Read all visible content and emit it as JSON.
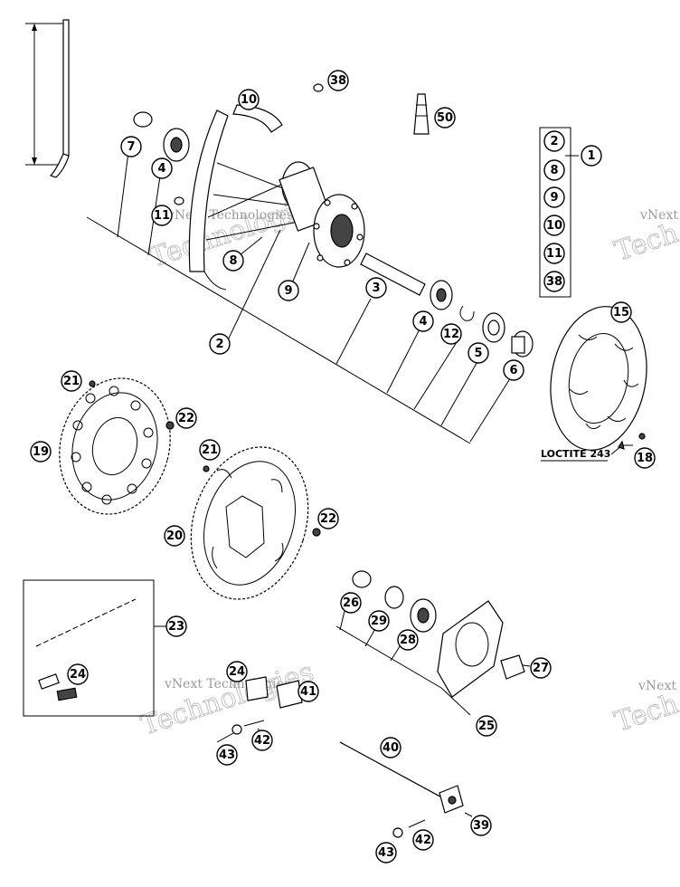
{
  "callouts": [
    {
      "id": "c1",
      "label": "1"
    },
    {
      "id": "c2a",
      "label": "2"
    },
    {
      "id": "c2b",
      "label": "2"
    },
    {
      "id": "c3",
      "label": "3"
    },
    {
      "id": "c4a",
      "label": "4"
    },
    {
      "id": "c4b",
      "label": "4"
    },
    {
      "id": "c5",
      "label": "5"
    },
    {
      "id": "c6",
      "label": "6"
    },
    {
      "id": "c7",
      "label": "7"
    },
    {
      "id": "c8a",
      "label": "8"
    },
    {
      "id": "c8b",
      "label": "8"
    },
    {
      "id": "c9a",
      "label": "9"
    },
    {
      "id": "c9b",
      "label": "9"
    },
    {
      "id": "c10a",
      "label": "10"
    },
    {
      "id": "c10b",
      "label": "10"
    },
    {
      "id": "c11a",
      "label": "11"
    },
    {
      "id": "c11b",
      "label": "11"
    },
    {
      "id": "c12",
      "label": "12"
    },
    {
      "id": "c15",
      "label": "15"
    },
    {
      "id": "c18",
      "label": "18"
    },
    {
      "id": "c19",
      "label": "19"
    },
    {
      "id": "c20",
      "label": "20"
    },
    {
      "id": "c21a",
      "label": "21"
    },
    {
      "id": "c21b",
      "label": "21"
    },
    {
      "id": "c22a",
      "label": "22"
    },
    {
      "id": "c22b",
      "label": "22"
    },
    {
      "id": "c23",
      "label": "23"
    },
    {
      "id": "c24a",
      "label": "24"
    },
    {
      "id": "c24b",
      "label": "24"
    },
    {
      "id": "c25",
      "label": "25"
    },
    {
      "id": "c26",
      "label": "26"
    },
    {
      "id": "c27",
      "label": "27"
    },
    {
      "id": "c28",
      "label": "28"
    },
    {
      "id": "c29",
      "label": "29"
    },
    {
      "id": "c38a",
      "label": "38"
    },
    {
      "id": "c38b",
      "label": "38"
    },
    {
      "id": "c40",
      "label": "40"
    },
    {
      "id": "c41",
      "label": "41"
    },
    {
      "id": "c42a",
      "label": "42"
    },
    {
      "id": "c42b",
      "label": "42"
    },
    {
      "id": "c43a",
      "label": "43"
    },
    {
      "id": "c43b",
      "label": "43"
    },
    {
      "id": "c39",
      "label": "39"
    },
    {
      "id": "c50",
      "label": "50"
    }
  ],
  "note": "LOCTITE 243",
  "watermark": {
    "line1": "vNext Technologies",
    "line2": "Technologies",
    "edge1": "vNext",
    "edge2": "Tech"
  }
}
